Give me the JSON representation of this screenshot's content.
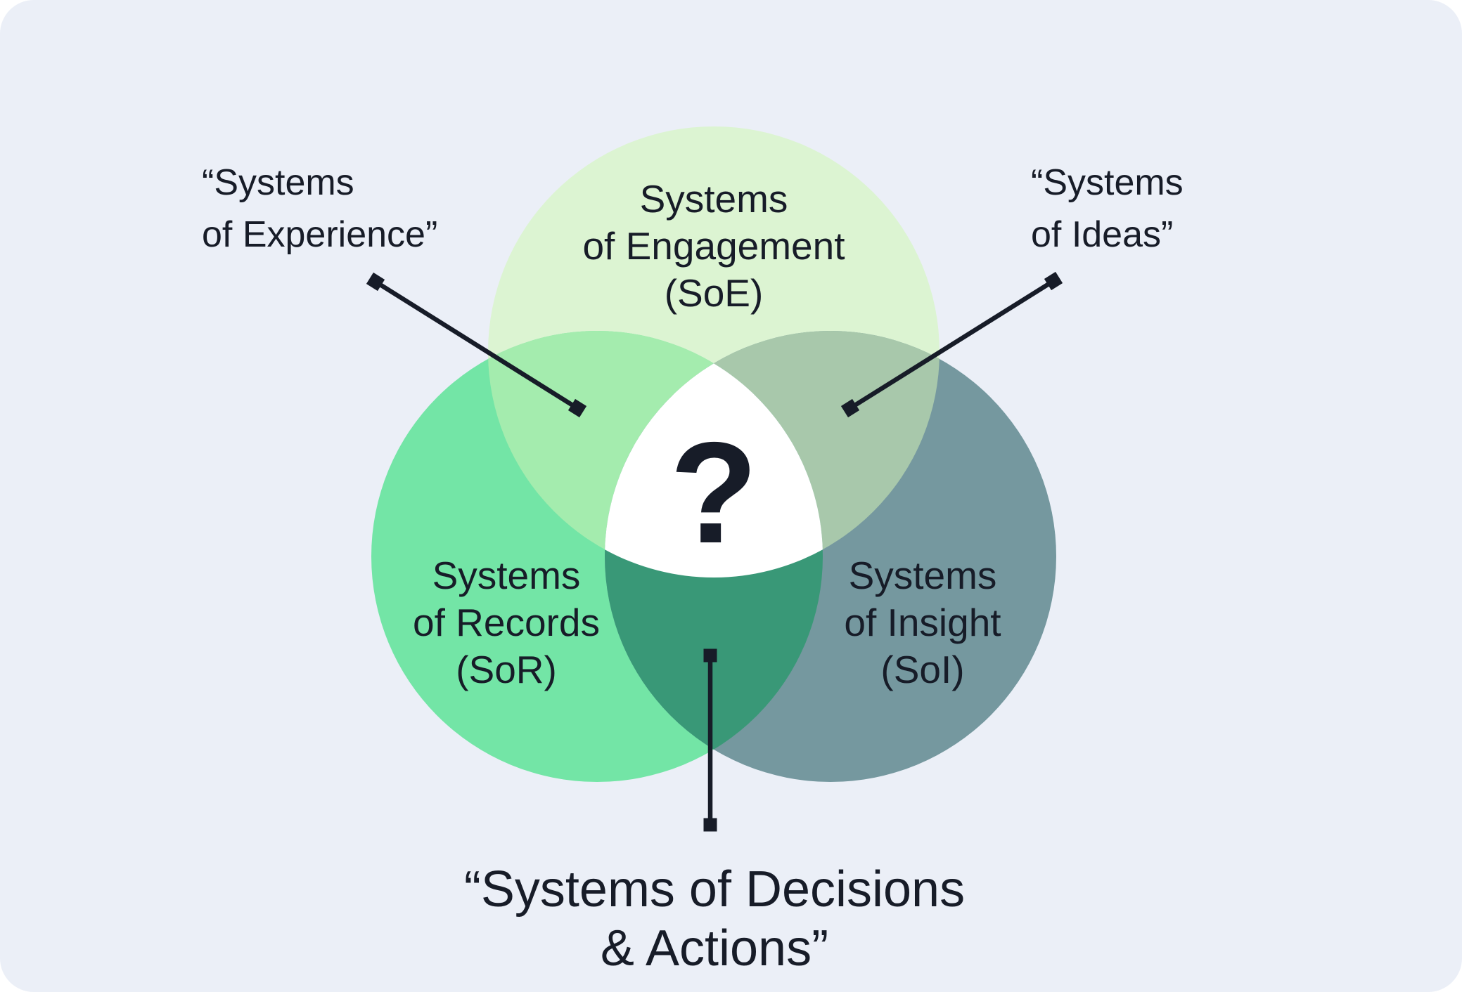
{
  "colors": {
    "page": "#FFFFFF",
    "card": "#EBEFF7",
    "ink": "#171C28",
    "soe": "#DCF4D2",
    "sor": "#73E5A6",
    "soi": "#75989F",
    "soe_sor_overlap": "#A4ECAE",
    "soe_soi_overlap": "#A8C8AB",
    "sor_soi_overlap": "#399877",
    "center": "#FFFFFF"
  },
  "venn": {
    "soe": {
      "lines": [
        "Systems",
        "of Engagement",
        "(SoE)"
      ]
    },
    "sor": {
      "lines": [
        "Systems",
        "of Records",
        "(SoR)"
      ]
    },
    "soi": {
      "lines": [
        "Systems",
        "of Insight",
        "(SoI)"
      ]
    },
    "center_symbol": "?"
  },
  "callouts": {
    "experience": {
      "lines": [
        "“Systems",
        "of Experience”"
      ]
    },
    "ideas": {
      "lines": [
        "“Systems",
        "of Ideas”"
      ]
    },
    "decisions": {
      "lines": [
        "“Systems of Decisions",
        "& Actions”"
      ]
    }
  }
}
